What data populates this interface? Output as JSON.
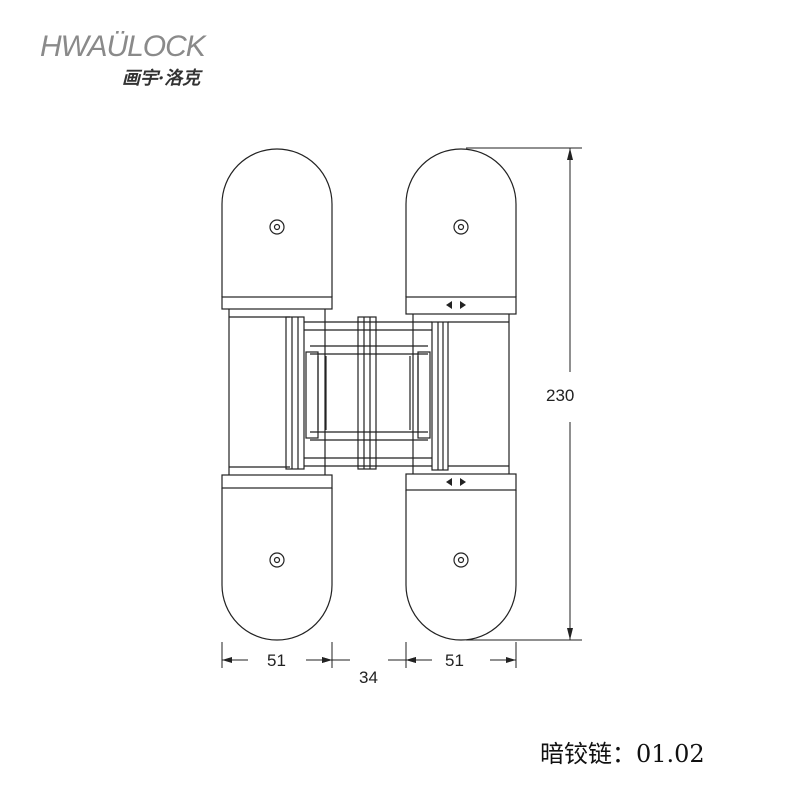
{
  "logo": {
    "brand": "HWAÜLOCK",
    "subtitle": "画宇·洛克"
  },
  "dimensions": {
    "height": "230",
    "leaf_left": "51",
    "gap": "34",
    "leaf_right": "51"
  },
  "caption": "暗铰链：01.02"
}
